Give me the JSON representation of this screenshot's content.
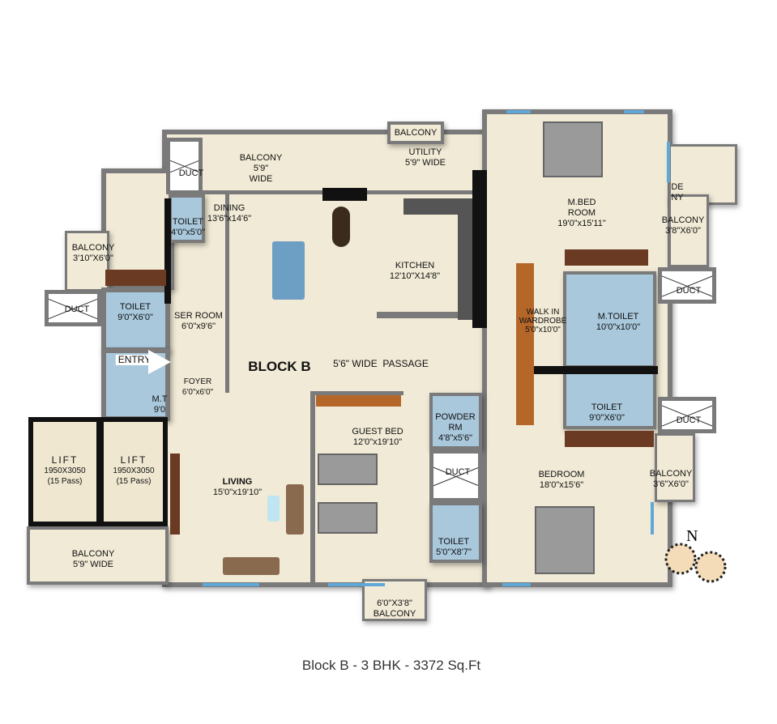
{
  "rooms": {
    "balcony_top": {
      "name": "BALCONY"
    },
    "duct_top": {
      "name": "DUCT"
    },
    "balcony_wide": {
      "name": "BALCONY",
      "size1": "5'9\"",
      "size2": "WIDE"
    },
    "utility": {
      "name": "UTILITY",
      "size": "5'9\" WIDE"
    },
    "dining": {
      "name": "DINING",
      "size": "13'6\"x14'6\""
    },
    "toilet_small": {
      "name": "TOILET",
      "size": "4'0\"x5'0\""
    },
    "balcony_left": {
      "name": "BALCONY",
      "size": "3'10\"X6'0\""
    },
    "kitchen": {
      "name": "KITCHEN",
      "size": "12'10\"X14'8\""
    },
    "mbed": {
      "name1": "M.BED",
      "name2": "ROOM",
      "size": "19'0\"x15'11\""
    },
    "side_balcony": {
      "name1": "DE",
      "name2": "NY"
    },
    "balcony_mbed": {
      "name": "BALCONY",
      "size": "3'8\"X6'0\""
    },
    "duct_left": {
      "name": "DUCT"
    },
    "toilet_left": {
      "name": "TOILET",
      "size": "9'0\"X6'0\""
    },
    "ser_room": {
      "name": "SER ROOM",
      "size": "6'0\"x9'6\""
    },
    "duct_right1": {
      "name": "DUCT"
    },
    "wardrobe": {
      "name1": "WALK IN",
      "name2": "WARDROBE",
      "size": "5'0\"x10'0\""
    },
    "mtoilet": {
      "name": "M.TOILET",
      "size": "10'0\"x10'0\""
    },
    "entry": {
      "name": "ENTRY"
    },
    "foyer": {
      "name": "FOYER",
      "size": "6'0\"x6'0\""
    },
    "block": {
      "name": "BLOCK B"
    },
    "passage": {
      "name": "5'6\" WIDE  PASSAGE"
    },
    "mt_partial": {
      "name": "M.T",
      "size": "9'0"
    },
    "toilet_right": {
      "name": "TOILET",
      "size": "9'0\"X6'0\""
    },
    "duct_right2": {
      "name": "DUCT"
    },
    "powder": {
      "name1": "POWDER",
      "name2": "RM",
      "size": "4'8\"x5'6\""
    },
    "guest": {
      "name": "GUEST BED",
      "size": "12'0\"x19'10\""
    },
    "lift1": {
      "name": "LIFT",
      "size": "1950X3050",
      "cap": "(15 Pass)"
    },
    "lift2": {
      "name": "LIFT",
      "size": "1950X3050",
      "cap": "(15 Pass)"
    },
    "duct_mid": {
      "name": "DUCT"
    },
    "balcony_bed": {
      "name": "BALCONY",
      "size": "3'6\"X6'0\""
    },
    "bedroom": {
      "name": "BEDROOM",
      "size": "18'0\"x15'6\""
    },
    "living": {
      "name": "LIVING",
      "size": "15'0\"x19'10\""
    },
    "toilet_bottom": {
      "name": "TOILET",
      "size": "5'0\"X8'7\""
    },
    "balcony_bottom_left": {
      "name": "BALCONY",
      "size": "5'9\" WIDE"
    },
    "balcony_bottom": {
      "size": "6'0\"X3'8\"",
      "name": "BALCONY"
    }
  },
  "compass": {
    "label": "N"
  },
  "caption": "Block B - 3 BHK - 3372 Sq.Ft",
  "colors": {
    "floor": "#f1ead6",
    "wall": "#7a7a7a",
    "tile": "#a9c8dc",
    "window": "#5fa8d8"
  }
}
